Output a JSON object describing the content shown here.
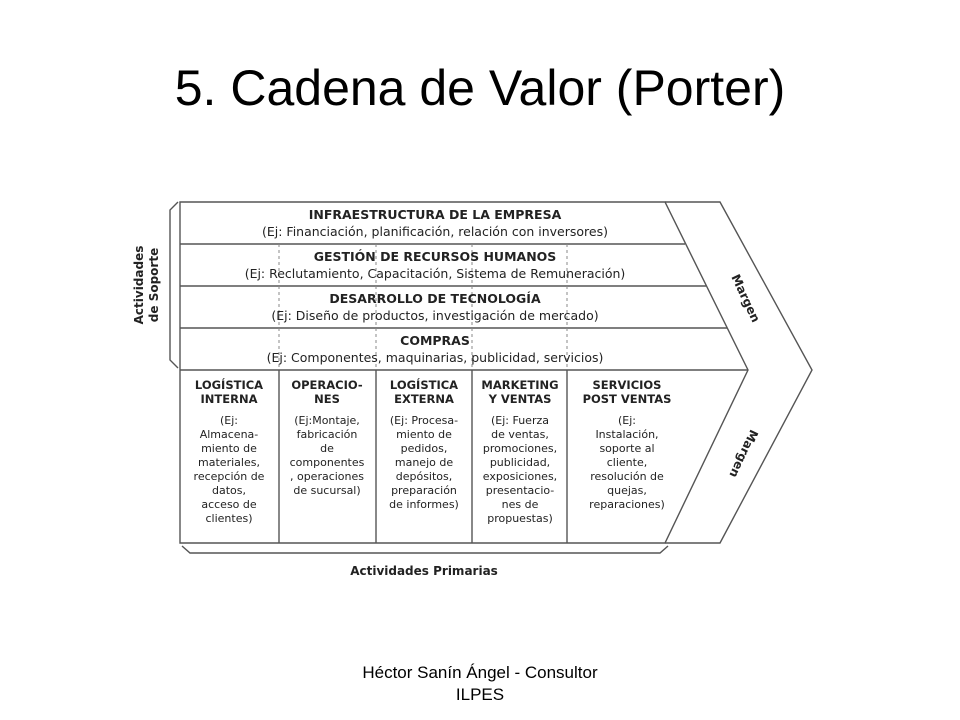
{
  "title": "5. Cadena de Valor (Porter)",
  "footer": {
    "line1": "Héctor Sanín Ángel - Consultor",
    "line2": "ILPES"
  },
  "diagram": {
    "support_label": [
      "Actividades",
      "de Soporte"
    ],
    "primary_label": "Actividades Primarias",
    "margin_top": "Margen",
    "margin_bottom": "Margen",
    "support": [
      {
        "title": "INFRAESTRUCTURA DE LA EMPRESA",
        "sub": "(Ej: Financiación, planificación, relación con inversores)"
      },
      {
        "title": "GESTIÓN DE RECURSOS HUMANOS",
        "sub": "(Ej: Reclutamiento, Capacitación, Sistema de Remuneración)"
      },
      {
        "title": "DESARROLLO DE TECNOLOGÍA",
        "sub": "(Ej: Diseño de productos, investigación de mercado)"
      },
      {
        "title": "COMPRAS",
        "sub": "(Ej: Componentes, maquinarias, publicidad, servicios)"
      }
    ],
    "primary": [
      {
        "title": [
          "LOGÍSTICA",
          "INTERNA"
        ],
        "body": [
          "(Ej:",
          "Almacena-",
          "miento de",
          "materiales,",
          "recepción de",
          "datos,",
          "acceso de",
          "clientes)"
        ]
      },
      {
        "title": [
          "OPERACIO-",
          "NES"
        ],
        "body": [
          "(Ej:Montaje,",
          "fabricación",
          "de",
          "componentes",
          ", operaciones",
          "de sucursal)"
        ]
      },
      {
        "title": [
          "LOGÍSTICA",
          "EXTERNA"
        ],
        "body": [
          "(Ej: Procesa-",
          "miento de",
          "pedidos,",
          "manejo de",
          "depósitos,",
          "preparación",
          "de informes)"
        ]
      },
      {
        "title": [
          "MARKETING",
          "Y VENTAS"
        ],
        "body": [
          "(Ej: Fuerza",
          "de ventas,",
          "promociones,",
          "publicidad,",
          "exposiciones,",
          "presentacio-",
          "nes de",
          "propuestas)"
        ]
      },
      {
        "title": [
          "SERVICIOS",
          "POST VENTAS"
        ],
        "body": [
          "(Ej:",
          "Instalación,",
          "soporte al",
          "cliente,",
          "resolución de",
          "quejas,",
          "reparaciones)"
        ]
      }
    ]
  }
}
